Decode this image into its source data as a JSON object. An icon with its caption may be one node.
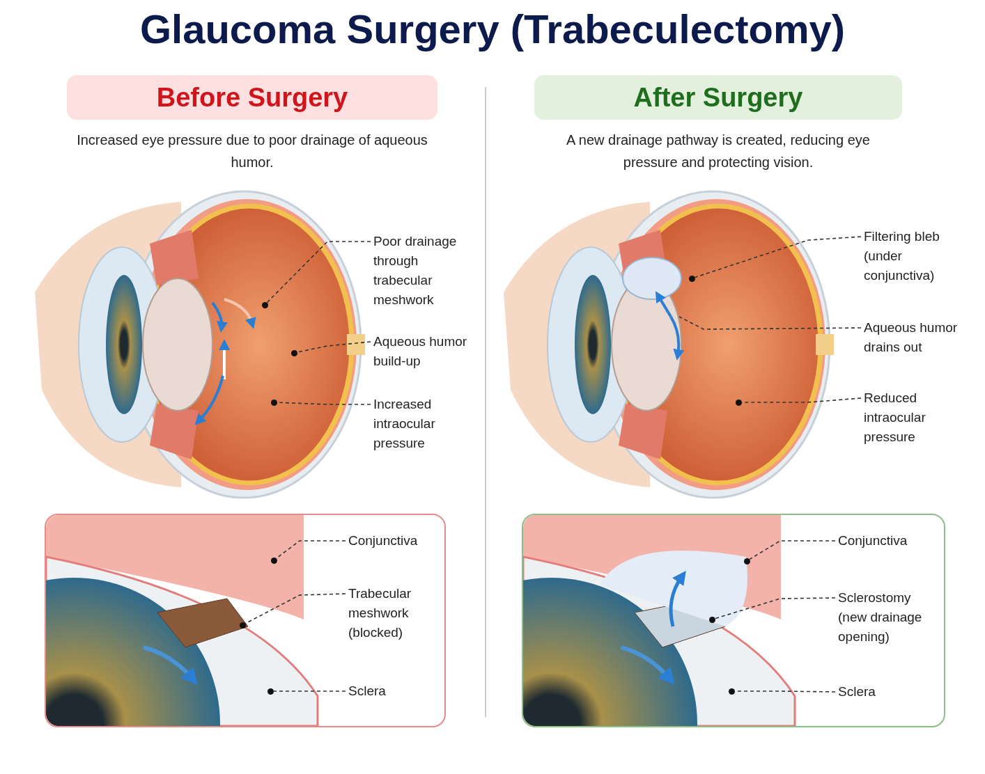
{
  "diagram": {
    "title": "Glaucoma Surgery (Trabeculectomy)",
    "nodes": [
      {
        "text": [
          "Before Surgery"
        ]
      },
      {
        "text": [
          "After Surgery"
        ]
      },
      {
        "text": [
          "Poor drainage through trabecular meshwork"
        ]
      },
      {
        "text": [],
        "shape": "circle"
      },
      {
        "text": [
          "Aqueous humor build-up"
        ]
      },
      {
        "text": [],
        "shape": "circle"
      },
      {
        "text": [
          "Increased intraocular pressure"
        ]
      },
      {
        "text": [],
        "shape": "circle"
      },
      {
        "text": [
          "Filtering bleb (under conjunctiva)"
        ]
      },
      {
        "text": [],
        "shape": "circle"
      },
      {
        "text": [
          "Aqueous humor drains out"
        ]
      },
      {
        "text": [
          "Reduced intraocular pressure"
        ]
      },
      {
        "text": [],
        "shape": "circle"
      },
      {
        "text": [
          "Conjunctiva"
        ]
      },
      {
        "text": [],
        "shape": "circle"
      },
      {
        "text": [
          "Trabecular meshwork (blocked)"
        ]
      },
      {
        "text": [],
        "shape": "circle"
      },
      {
        "text": [
          "Sclera"
        ]
      },
      {
        "text": [],
        "shape": "circle"
      },
      {
        "text": [
          "Conjunctiva"
        ]
      },
      {
        "text": [],
        "shape": "circle"
      },
      {
        "text": [
          "Sclerostomy (new drainage opening)"
        ]
      },
      {
        "text": [],
        "shape": "circle"
      },
      {
        "text": [
          "Sclera"
        ]
      },
      {
        "text": [],
        "shape": "circle"
      }
    ],
    "edges": [
      {
        "from": 2,
        "to": 3,
        "arrow": "none"
      },
      {
        "from": 4,
        "to": 5,
        "arrow": "none"
      },
      {
        "from": 6,
        "to": 7,
        "arrow": "none"
      },
      {
        "from": 8,
        "to": 9,
        "arrow": "none"
      },
      {
        "from": 10,
        "to": null,
        "arrow": "none"
      },
      {
        "from": 11,
        "to": 12,
        "arrow": "none"
      },
      {
        "from": 13,
        "to": 14,
        "arrow": "none"
      },
      {
        "from": 15,
        "to": 16,
        "arrow": "none"
      },
      {
        "from": 17,
        "to": 18,
        "arrow": "none"
      },
      {
        "from": 19,
        "to": 20,
        "arrow": "none"
      },
      {
        "from": 21,
        "to": 22,
        "arrow": "none"
      },
      {
        "from": 23,
        "to": 24,
        "arrow": "none"
      }
    ],
    "labels": [
      "Increased eye pressure due to poor drainage of aqueous humor.",
      "A new drainage pathway is created, reducing eye pressure and protecting vision."
    ]
  }
}
